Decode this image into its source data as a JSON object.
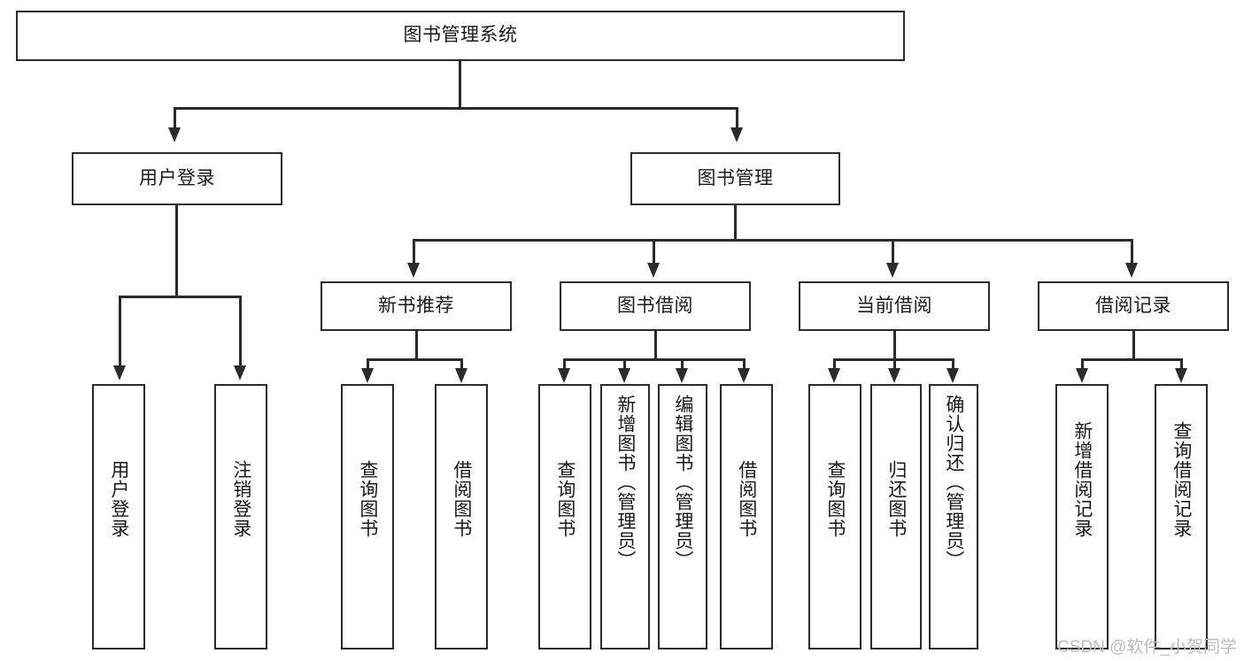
{
  "diagram": {
    "title": "图书管理系统",
    "type": "function-structure-tree",
    "colors": {
      "box_border": "#2b2b2b",
      "box_fill": "#ffffff",
      "line": "#2b2b2b",
      "text": "#1a1a1a",
      "watermark": "#bdbdbd",
      "background": "#ffffff"
    },
    "root": {
      "label": "图书管理系统"
    },
    "level2": [
      {
        "label": "用户登录"
      },
      {
        "label": "图书管理"
      }
    ],
    "level3": [
      {
        "label": "新书推荐"
      },
      {
        "label": "图书借阅"
      },
      {
        "label": "当前借阅"
      },
      {
        "label": "借阅记录"
      }
    ],
    "leaves": {
      "user_login": [
        {
          "label": "用户登录"
        },
        {
          "label": "注销登录"
        }
      ],
      "new_book_recommend": [
        {
          "label": "查询图书"
        },
        {
          "label": "借阅图书"
        }
      ],
      "book_borrow": [
        {
          "label": "查询图书"
        },
        {
          "label": "新增图书（管理员）"
        },
        {
          "label": "编辑图书（管理员）"
        },
        {
          "label": "借阅图书"
        }
      ],
      "current_borrow": [
        {
          "label": "查询图书"
        },
        {
          "label": "归还图书"
        },
        {
          "label": "确认归还（管理员）"
        }
      ],
      "borrow_record": [
        {
          "label": "新增借阅记录"
        },
        {
          "label": "查询借阅记录"
        }
      ]
    }
  },
  "watermark": {
    "text": "CSDN @软件_小贺同学"
  }
}
